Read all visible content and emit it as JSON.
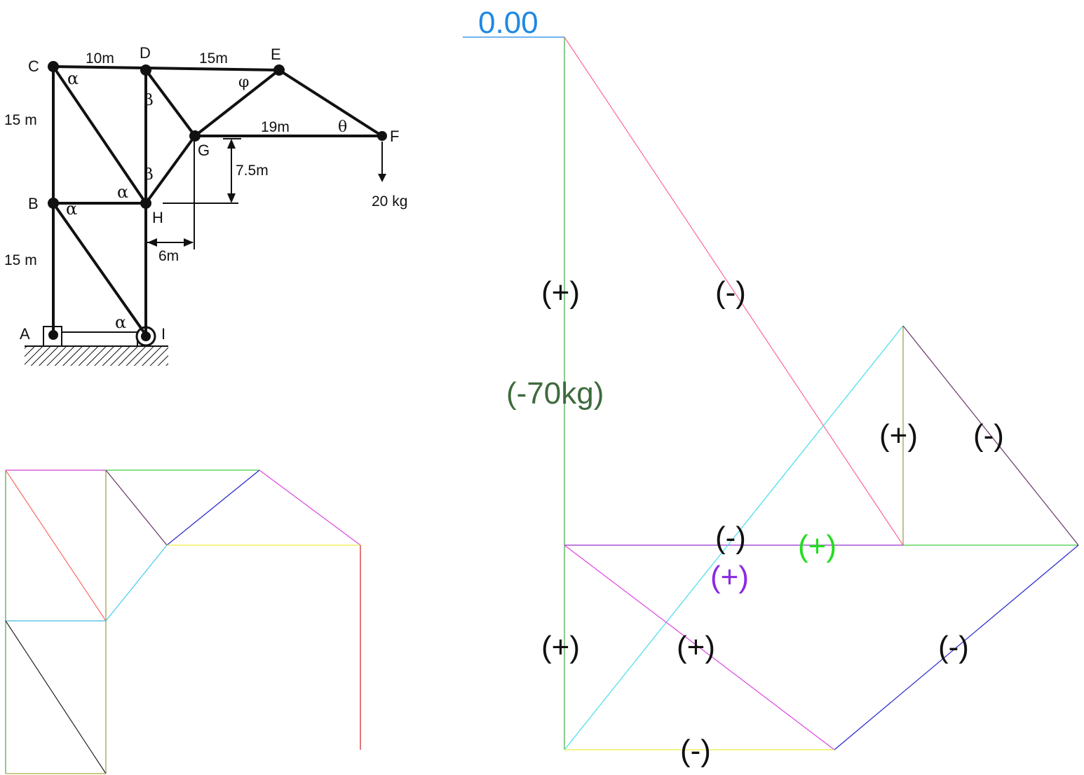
{
  "truss": {
    "nodes": {
      "A": "A",
      "B": "B",
      "C": "C",
      "D": "D",
      "E": "E",
      "F": "F",
      "G": "G",
      "H": "H",
      "I": "I"
    },
    "dimensions": {
      "cd": "10m",
      "de": "15m",
      "cb": "15 m",
      "ba": "15 m",
      "gf": "19m",
      "gh_vertical": "7.5m",
      "hg_horizontal": "6m"
    },
    "load": "20 kg",
    "angles": {
      "alpha": "α",
      "beta": "β",
      "phi": "φ",
      "theta": "θ"
    }
  },
  "force_diagram": {
    "start_value": "0.00",
    "main_label": "(-70kg)",
    "signs": {
      "s1": "(+)",
      "s2": "(-)",
      "s3": "(+)",
      "s4": "(-)",
      "s5": "(-)",
      "s6": "(+)",
      "s7": "(+)",
      "s8": "(+)",
      "s9": "(+)",
      "s10": "(-)",
      "s11": "(-)"
    },
    "colors": {
      "value_blue": "#1e88e5",
      "label_green": "#3d6b3d",
      "plus_green": "#22dd22",
      "plus_purple": "#8a2be2",
      "sign_black": "#111111"
    }
  }
}
